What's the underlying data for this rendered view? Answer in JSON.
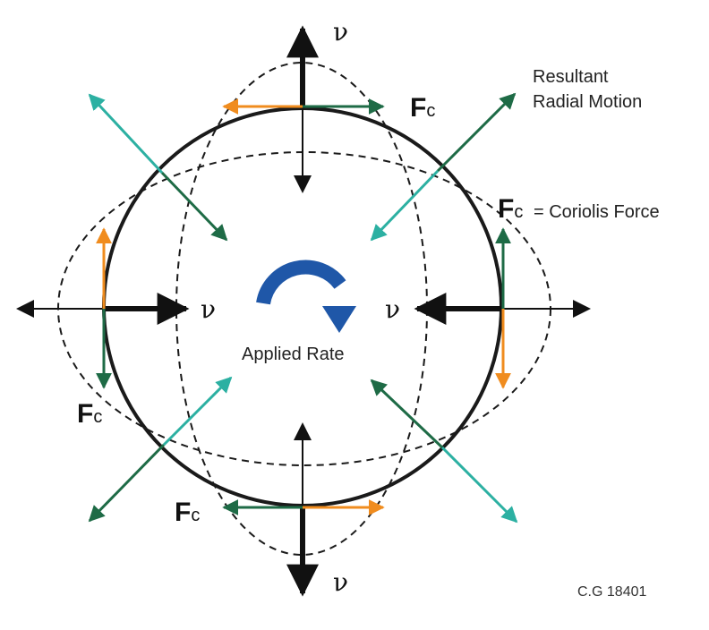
{
  "labels": {
    "resultant_line1": "Resultant",
    "resultant_line2": "Radial Motion",
    "coriolis_eq": "= Coriolis Force",
    "applied_rate": "Applied Rate",
    "reference": "C.G 18401",
    "velocity_symbol": "ν",
    "fc_letter": "F",
    "fc_subscript": "c"
  },
  "colors": {
    "ring": "#1a1a1a",
    "dashed": "#1a1a1a",
    "orange": "#f08c1e",
    "dark_green": "#1e6b46",
    "teal": "#2cb0a2",
    "rotation": "#1f57a8",
    "velocity_arrow": "#111111"
  },
  "icons": {
    "rotation": "curved-arrow-clockwise-icon"
  }
}
